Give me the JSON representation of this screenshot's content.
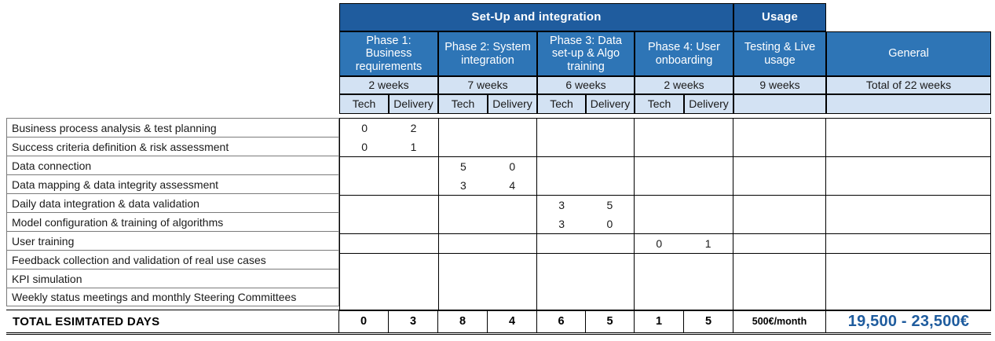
{
  "table": {
    "groups": [
      {
        "label": "Set-Up and integration",
        "span": 8
      },
      {
        "label": "Usage",
        "span": 1
      },
      {
        "label": "",
        "span": 1
      }
    ],
    "phases": [
      "Phase 1: Business requirements",
      "Phase 2: System integration",
      "Phase 3: Data set-up & Algo training",
      "Phase 4: User onboarding",
      "Testing & Live usage",
      "General"
    ],
    "durations": [
      "2 weeks",
      "7 weeks",
      "6 weeks",
      "2 weeks",
      "9 weeks",
      "Total of 22 weeks"
    ],
    "subheaders": [
      "Tech",
      "Delivery",
      "Tech",
      "Delivery",
      "Tech",
      "Delivery",
      "Tech",
      "Delivery",
      "",
      ""
    ],
    "rows": [
      {
        "label": "Business process analysis & test planning",
        "values": [
          "0",
          "2",
          "",
          "",
          "",
          "",
          "",
          "",
          "",
          ""
        ]
      },
      {
        "label": "Success criteria definition & risk assessment",
        "values": [
          "0",
          "1",
          "",
          "",
          "",
          "",
          "",
          "",
          "",
          ""
        ]
      },
      {
        "label": "Data connection",
        "values": [
          "",
          "",
          "5",
          "0",
          "",
          "",
          "",
          "",
          "",
          ""
        ]
      },
      {
        "label": "Data mapping & data integrity assessment",
        "values": [
          "",
          "",
          "3",
          "4",
          "",
          "",
          "",
          "",
          "",
          ""
        ]
      },
      {
        "label": "Daily data integration & data validation",
        "values": [
          "",
          "",
          "",
          "",
          "3",
          "5",
          "",
          "",
          "",
          ""
        ]
      },
      {
        "label": "Model configuration & training of algorithms",
        "values": [
          "",
          "",
          "",
          "",
          "3",
          "0",
          "",
          "",
          "",
          ""
        ]
      },
      {
        "label": "User training",
        "values": [
          "",
          "",
          "",
          "",
          "",
          "",
          "0",
          "1",
          "",
          ""
        ]
      },
      {
        "label": "Feedback collection and validation of real use cases",
        "values": [
          "",
          "",
          "",
          "",
          "",
          "",
          "",
          "",
          "",
          ""
        ]
      },
      {
        "label": "KPI simulation",
        "values": [
          "",
          "",
          "",
          "",
          "",
          "",
          "",
          "",
          "",
          ""
        ]
      },
      {
        "label": "Weekly status meetings and monthly Steering Committees",
        "values": [
          "",
          "",
          "",
          "",
          "",
          "",
          "",
          "",
          "",
          ""
        ]
      }
    ],
    "total": {
      "label": "TOTAL ESIMTATED DAYS",
      "values": [
        "0",
        "3",
        "8",
        "4",
        "6",
        "5",
        "1",
        "5"
      ],
      "usage": "500€/month",
      "grand": "19,500 - 23,500€"
    }
  },
  "colors": {
    "group_band": "#1F5C9E",
    "phase_band": "#2E75B6",
    "light_band": "#D3E2F3",
    "grand_total": "#1F5C9E"
  }
}
